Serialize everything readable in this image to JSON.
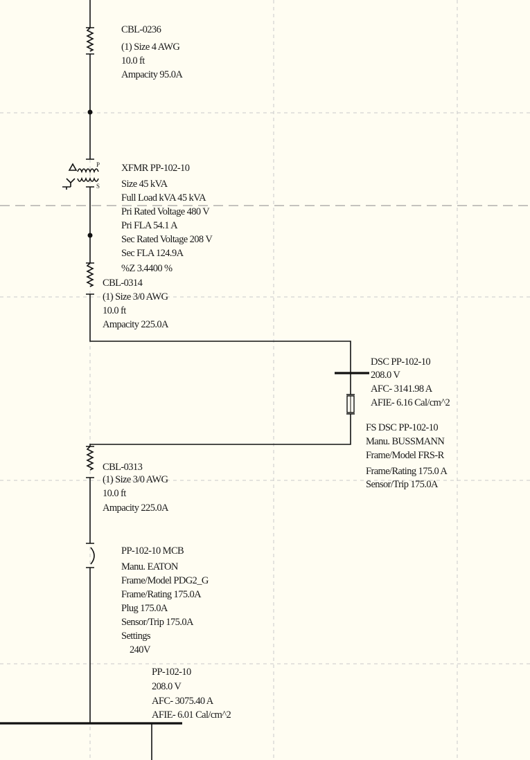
{
  "colors": {
    "background": "#fffdf2",
    "line": "#111111",
    "grid": "#c9c9c9"
  },
  "labels": {
    "cbl_0236": [
      "CBL-0236",
      "(1) Size 4 AWG",
      "10.0 ft",
      "Ampacity 95.0A"
    ],
    "xfmr": [
      "XFMR PP-102-10",
      "Size 45 kVA",
      "Full Load kVA 45 kVA",
      "Pri Rated Voltage 480 V",
      "Pri FLA 54.1 A",
      "Sec Rated Voltage 208 V",
      "Sec FLA 124.9A",
      "%Z 3.4400 %"
    ],
    "xfmr_terminals": {
      "primary": "P",
      "secondary": "S"
    },
    "cbl_0314": [
      "CBL-0314",
      "(1) Size 3/0 AWG",
      "10.0 ft",
      "Ampacity 225.0A"
    ],
    "dsc_bus": [
      "DSC PP-102-10",
      "208.0 V",
      "AFC- 3141.98 A",
      "AFIE- 6.16 Cal/cm^2"
    ],
    "fs_dsc": [
      "FS DSC PP-102-10",
      "Manu. BUSSMANN",
      "Frame/Model FRS-R",
      "Frame/Rating 175.0 A",
      "Sensor/Trip 175.0A"
    ],
    "cbl_0313": [
      "CBL-0313",
      "(1) Size 3/0 AWG",
      "10.0 ft",
      "Ampacity 225.0A"
    ],
    "mcb": [
      "PP-102-10 MCB",
      "Manu. EATON",
      "Frame/Model PDG2_G",
      "Frame/Rating 175.0A",
      "Plug 175.0A",
      "Sensor/Trip 175.0A",
      "Settings",
      "240V"
    ],
    "pp_bus": [
      "PP-102-10",
      "208.0 V",
      "AFC- 3075.40 A",
      "AFIE- 6.01 Cal/cm^2"
    ]
  }
}
